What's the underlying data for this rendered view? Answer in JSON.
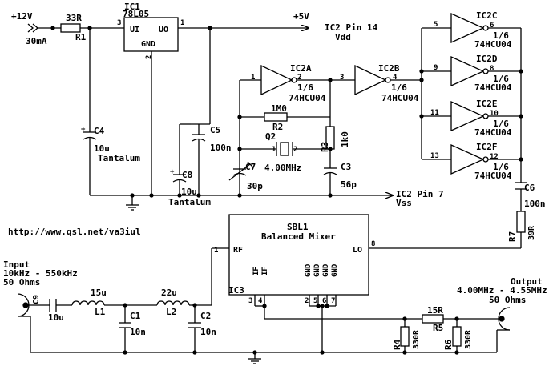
{
  "supply": {
    "input_voltage": "+12V",
    "current": "30mA",
    "reg_out": "+5V"
  },
  "r1": {
    "value": "33R",
    "ref": "R1"
  },
  "ic1": {
    "ref": "IC1",
    "part": "78L05",
    "ui": "UI",
    "uo": "UO",
    "gnd": "GND",
    "pin_in": "3",
    "pin_out": "1",
    "pin_gnd": "2"
  },
  "c4": {
    "ref": "C4",
    "value": "10u",
    "type": "Tantalum"
  },
  "c5": {
    "ref": "C5",
    "value": "100n"
  },
  "c8": {
    "ref": "C8",
    "value": "10u",
    "type": "Tantalum"
  },
  "vdd_note": {
    "line1": "IC2 Pin 14",
    "line2": "Vdd"
  },
  "vss_note": {
    "line1": "IC2 Pin 7",
    "line2": "Vss"
  },
  "ic2a": {
    "ref": "IC2A",
    "frac": "1/6",
    "part": "74HCU04",
    "pin_in": "1",
    "pin_out": "2"
  },
  "ic2b": {
    "ref": "IC2B",
    "frac": "1/6",
    "part": "74HCU04",
    "pin_in": "3",
    "pin_out": "4"
  },
  "ic2c": {
    "ref": "IC2C",
    "frac": "1/6",
    "part": "74HCU04",
    "pin_in": "5",
    "pin_out": "6"
  },
  "ic2d": {
    "ref": "IC2D",
    "frac": "1/6",
    "part": "74HCU04",
    "pin_in": "9",
    "pin_out": "8"
  },
  "ic2e": {
    "ref": "IC2E",
    "frac": "1/6",
    "part": "74HCU04",
    "pin_in": "11",
    "pin_out": "10"
  },
  "ic2f": {
    "ref": "IC2F",
    "frac": "1/6",
    "part": "74HCU04",
    "pin_in": "13",
    "pin_out": "12"
  },
  "r2": {
    "ref": "R2",
    "value": "1M0"
  },
  "r3": {
    "ref": "R3",
    "value": "1k0"
  },
  "q2": {
    "ref": "Q2",
    "freq": "4.00MHz",
    "pin1": "1",
    "pin2": "2"
  },
  "c7": {
    "ref": "C7",
    "value": "30p"
  },
  "c3": {
    "ref": "C3",
    "value": "56p"
  },
  "c6": {
    "ref": "C6",
    "value": "100n"
  },
  "r7": {
    "ref": "R7",
    "value": "39R"
  },
  "url": "http://www.qsl.net/va3iul",
  "sbl1": {
    "ref": "SBL1",
    "name": "Balanced Mixer",
    "rf": "RF",
    "lo": "LO",
    "if1": "IF",
    "if2": "IF",
    "gnd": "GND",
    "pin_rf": "1",
    "pin_lo": "8",
    "pin_if_a": "3",
    "pin_if_b": "4",
    "pin_g1": "2",
    "pin_g2": "5",
    "pin_g3": "6",
    "pin_g4": "7"
  },
  "ic3": {
    "ref": "IC3"
  },
  "input": {
    "label": "Input",
    "range": "10kHz - 550kHz",
    "impedance": "50 Ohms"
  },
  "output": {
    "label": "Output",
    "range": "4.00MHz - 4.55MHz",
    "impedance": "50 Ohms"
  },
  "c9": {
    "ref": "C9",
    "value": "10u"
  },
  "l1": {
    "ref": "L1",
    "value": "15u"
  },
  "l2": {
    "ref": "L2",
    "value": "22u"
  },
  "c1": {
    "ref": "C1",
    "value": "10n"
  },
  "c2": {
    "ref": "C2",
    "value": "10n"
  },
  "r4": {
    "ref": "R4",
    "value": "330R"
  },
  "r5": {
    "ref": "R5",
    "value": "15R"
  },
  "r6": {
    "ref": "R6",
    "value": "330R"
  }
}
